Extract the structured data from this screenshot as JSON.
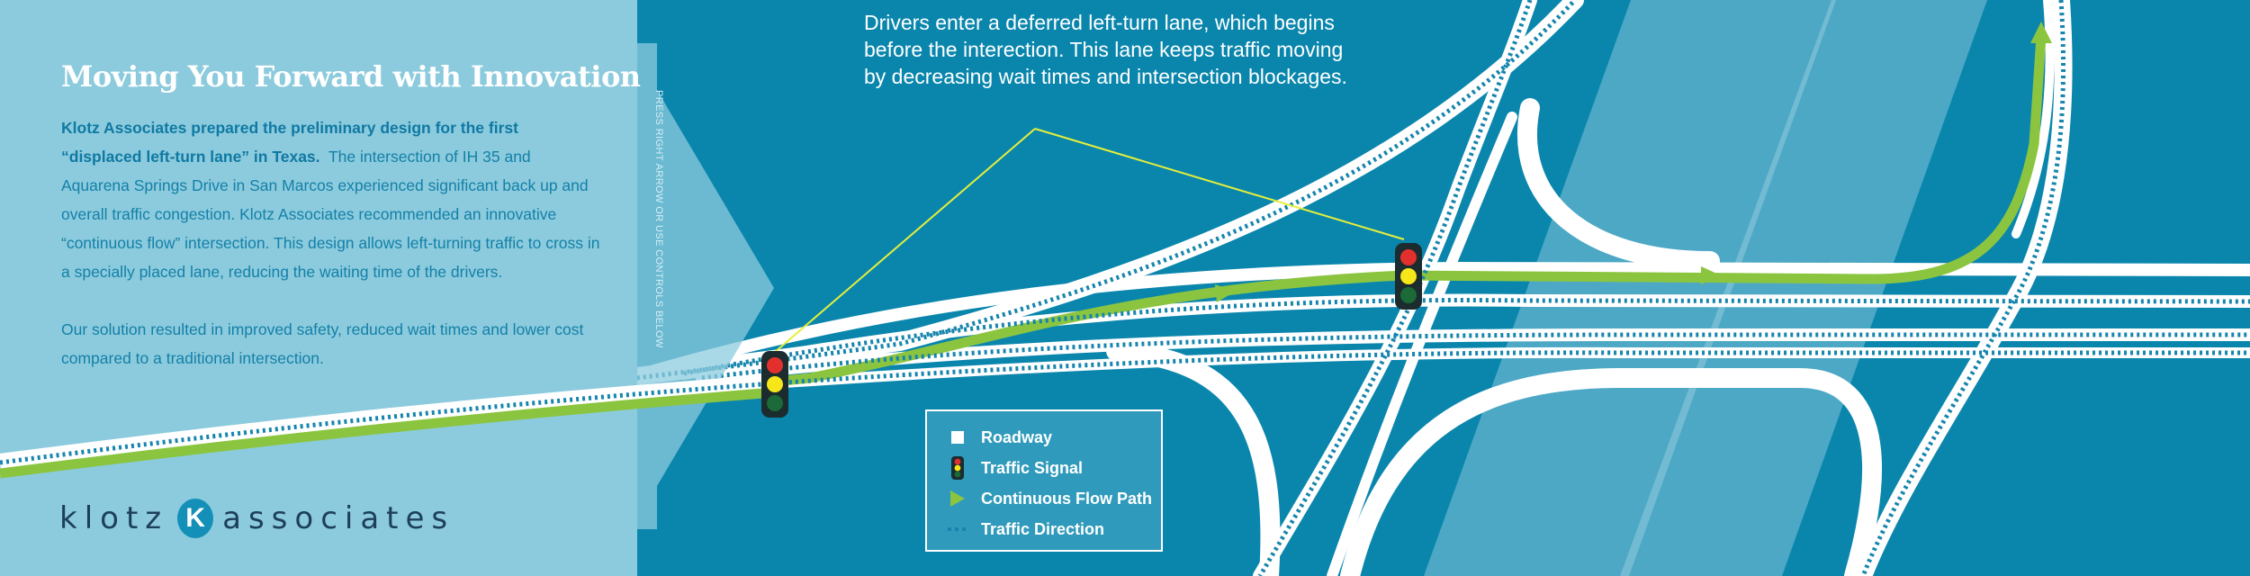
{
  "panel": {
    "title": "Moving You Forward with Innovation",
    "lead": "Klotz Associates prepared the preliminary design for the first “displaced left-turn lane” in Texas.",
    "body": "The intersection of IH 35 and Aquarena Springs Drive in San Marcos experienced significant back up and overall traffic congestion.  Klotz Associates recommended an innovative “continuous flow” intersection.  This design allows left-turning traffic to cross in a specially placed lane, reducing the waiting time of the drivers.",
    "solution": "Our solution resulted in improved safety, reduced wait times and lower cost compared to a traditional intersection.",
    "hint": "PRESS RIGHT ARROW OR USE CONTROLS BELOW",
    "logo": {
      "left": "klotz",
      "mark": "K",
      "right": "associates"
    }
  },
  "callout": {
    "text": "Drivers enter a deferred left-turn lane, which begins before the interection. This lane keeps traffic moving by decreasing wait times and intersection blockages."
  },
  "legend": {
    "items": [
      {
        "label": "Roadway",
        "icon": "roadway-swatch"
      },
      {
        "label": "Traffic Signal",
        "icon": "traffic-signal-icon"
      },
      {
        "label": "Continuous Flow Path",
        "icon": "flow-arrow-icon"
      },
      {
        "label": "Traffic Direction",
        "icon": "direction-dots-icon"
      }
    ]
  },
  "colors": {
    "background": "#0a86ad",
    "panel": "#8ccbdd",
    "road": "#ffffff",
    "flow_path": "#8bc540",
    "direction_dots": "#1685ad",
    "callout_line": "#e6ef3a",
    "signal_red": "#e2302d",
    "signal_yellow": "#f6e61a",
    "signal_green": "#1b6a38"
  }
}
